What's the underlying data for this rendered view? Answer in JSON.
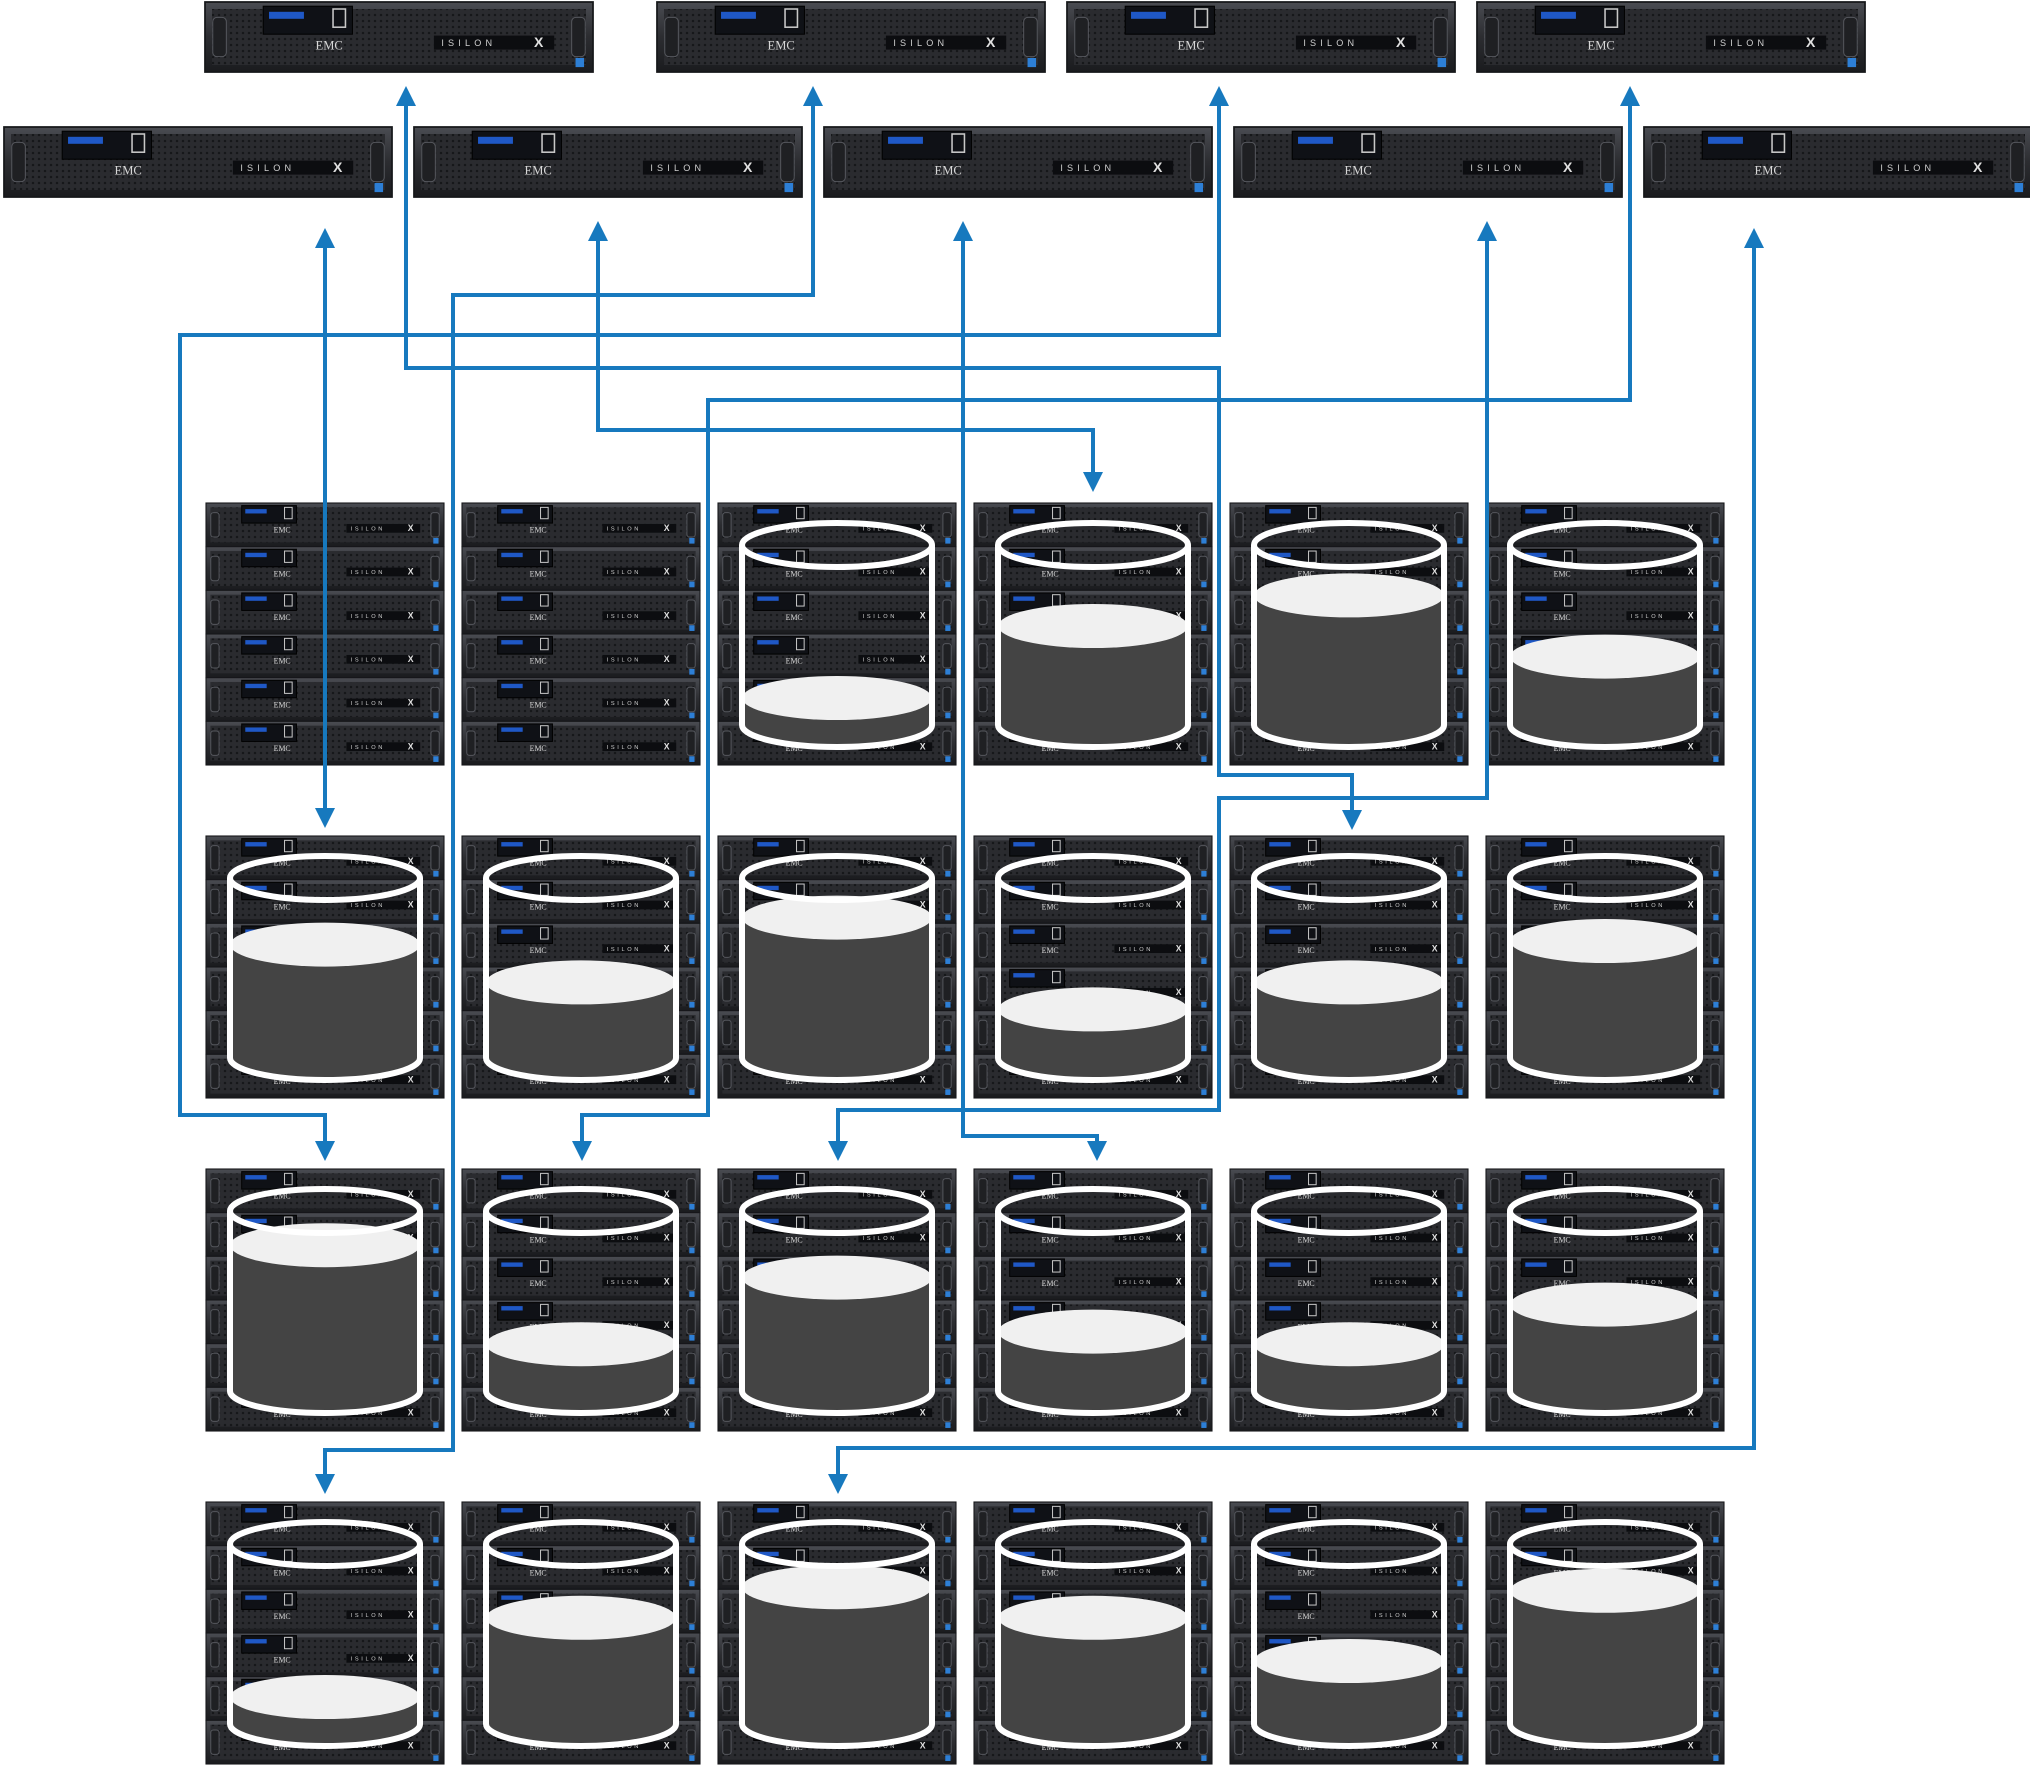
{
  "brand_text": "EMC",
  "product_text": "ISILON",
  "product_mark": "X",
  "colors": {
    "connector": "#1779be",
    "panel": "#2a2b2f",
    "panel_edge": "#16171a",
    "display": "#0f1116",
    "display_glow": "#1f58c6",
    "badge": "#2d7fd6",
    "cylinder_outline": "#ffffff",
    "fill_body": "#444444",
    "fill_surface": "#f0f0f0"
  },
  "icons": {
    "front_node": "isilon-2u-node-icon",
    "storage_stack": "node-stack-icon",
    "capacity": "storage-cylinder-icon"
  },
  "front_nodes": {
    "count": 9
  },
  "storage_grid": {
    "rows": 4,
    "cols": 6,
    "fill_levels": [
      [
        null,
        null,
        0.15,
        0.55,
        0.72,
        0.38
      ],
      [
        0.63,
        0.42,
        0.78,
        0.27,
        0.42,
        0.65
      ],
      [
        0.81,
        0.26,
        0.63,
        0.33,
        0.26,
        0.48
      ],
      [
        0.15,
        0.59,
        0.76,
        0.59,
        0.35,
        0.74
      ]
    ]
  }
}
